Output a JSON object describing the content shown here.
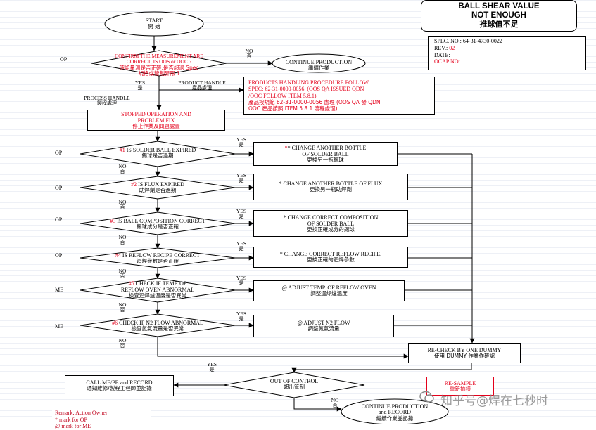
{
  "title": {
    "line1": "BALL SHEAR VALUE",
    "line2": "NOT ENOUGH",
    "line3": "推球值不足"
  },
  "spec": {
    "spec_no": "SPEC. NO.: 64-31-4730-0022",
    "rev_label": "REV.: ",
    "rev_value": "02",
    "date": "DATE:",
    "ocap": "OCAP NO:"
  },
  "start": {
    "en": "START",
    "cn": "開  始"
  },
  "decisions": {
    "confirm": {
      "en1": "CONFIRM THE MEASUREMENT ARE",
      "en2": "CORRECT, IS OOS or OOC ?",
      "cn1": "確認量測是否正確,是否超過 Spec",
      "cn2": "規格或管制界限 ?"
    },
    "d1": {
      "num": "#1",
      "en": " IS SOLDER BALL EXPIRED",
      "cn": "錫球是否過期"
    },
    "d2": {
      "num": "#2",
      "en": " IS FLUX EXPIRED",
      "cn": "助焊劑是否過期"
    },
    "d3": {
      "num": "#3",
      "en": " IS BALL COMPOSITION CORRECT",
      "cn": "錫球成分是否正確"
    },
    "d4": {
      "num": "#4",
      "en": " IS REFLOW RECIPE CORRECT",
      "cn": "迴焊參數是否正確"
    },
    "d5": {
      "num": "#5",
      "en1": " CHECK IF TEMP. OF",
      "en2": "REFLOW OVEN ABNORMAL",
      "cn": "檢查迴焊爐溫度是否異常"
    },
    "d6": {
      "num": "#6",
      "en": " CHECK IF N2 FLOW ABNORMAL",
      "cn": "檢查氮氣流量是否異常"
    },
    "ooc": {
      "en": "OUT OF CONTROL",
      "cn": "超出管制"
    }
  },
  "boxes": {
    "continue_top": {
      "en": "CONTINUE PRODUCTION",
      "cn": "繼續作業"
    },
    "product_handling": {
      "en1": "PRODUCTS      HANDLING      PROCEDURE      FOLLOW",
      "en2": "SPEC: 62-31-0000-0056. (OOS QA ISSUED QDN",
      "en3": "/OOC FOLLOW ITEM 5.8.1)",
      "cn1": "產品按規範 62-31-0000-0056 處理  (OOS QA 發 QDN",
      "cn2": "OOC 產品按照 ITEM 5.8.1 流程處理)"
    },
    "stopped": {
      "en1": "STOPPED OPERATION AND",
      "en2": "PROBLEM FIX",
      "cn": "停止作業及問題處置"
    },
    "a1": {
      "en1": "* CHANGE ANOTHER BOTTLE",
      "en2": "OF SOLDER BALL",
      "cn": "更換另一瓶錫球"
    },
    "a2": {
      "en": "* CHANGE ANOTHER BOTTLE OF FLUX",
      "cn": "更換另一瓶助焊劑"
    },
    "a3": {
      "en1": "* CHANGE CORRECT COMPOSITION",
      "en2": "OF SOLDER BALL",
      "cn": "更換正確成分的錫球"
    },
    "a4": {
      "en": "* CHANGE CORRECT REFLOW RECIPE.",
      "cn": "更換正確的迴焊參數"
    },
    "a5": {
      "en": "@ ADJUST TEMP. OF REFLOW OVEN",
      "cn": "調整迴焊爐溫度"
    },
    "a6": {
      "en": "@ ADJUST N2 FLOW",
      "cn": "調整氮氣流量"
    },
    "recheck": {
      "en": "RE-CHECK BY ONE DUMMY",
      "cn": "使用 DUMMY 作業作確認"
    },
    "resample": {
      "en": "RE-SAMPLE",
      "cn": "重新抽樣"
    },
    "callme": {
      "en": "CALL ME/PE and RECORD",
      "cn": "通知維修/製程工程師並記錄"
    },
    "continue_bottom": {
      "en1": "CONTINUE PRODUCTION",
      "en2": "and RECORD",
      "cn": "繼續作業並記錄"
    }
  },
  "labels": {
    "no": "NO",
    "no_cn": "否",
    "yes": "YES",
    "yes_cn": "是",
    "product_handle": "PRODUCT HANDLE",
    "product_handle_cn": "產品處理",
    "process_handle": "PROCESS HANDLE",
    "process_handle_cn": "製程處理"
  },
  "owners": {
    "op": "OP",
    "me": "ME"
  },
  "remark": {
    "line1": "Remark: Action Owner",
    "line2": "*     mark for OP",
    "line3": "@     mark for ME"
  },
  "watermark": "知乎号@焊在七秒时",
  "colors": {
    "accent_red": "#e4001b",
    "line": "#000000",
    "background": "#ffffff"
  }
}
